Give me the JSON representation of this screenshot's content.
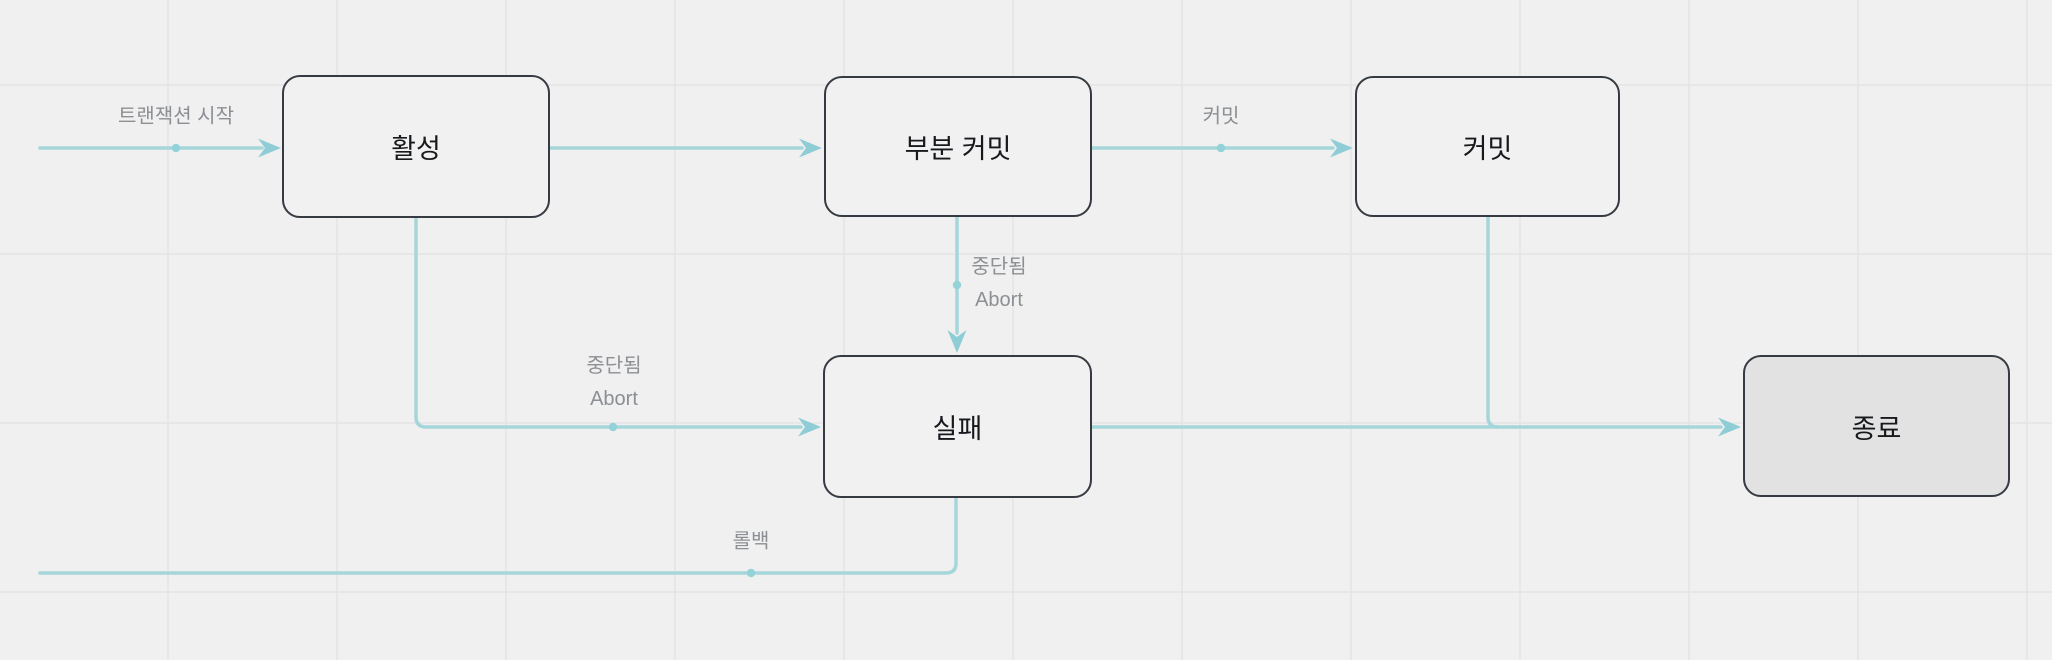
{
  "diagram": {
    "kind": "transaction-state-flowchart",
    "nodes": [
      {
        "id": "active",
        "label": "활성"
      },
      {
        "id": "partial-commit",
        "label": "부분 커밋"
      },
      {
        "id": "commit",
        "label": "커밋"
      },
      {
        "id": "fail",
        "label": "실패"
      },
      {
        "id": "end",
        "label": "종료"
      }
    ],
    "edges": [
      {
        "id": "start-to-active",
        "from": "start",
        "to": "active",
        "label": "트랜잭션 시작"
      },
      {
        "id": "active-to-partial",
        "from": "active",
        "to": "partial-commit",
        "label": ""
      },
      {
        "id": "partial-to-commit",
        "from": "partial-commit",
        "to": "commit",
        "label": "커밋"
      },
      {
        "id": "partial-to-fail",
        "from": "partial-commit",
        "to": "fail",
        "label_line1": "중단됨",
        "label_line2": "Abort"
      },
      {
        "id": "active-to-fail",
        "from": "active",
        "to": "fail",
        "label_line1": "중단됨",
        "label_line2": "Abort"
      },
      {
        "id": "fail-to-end",
        "from": "fail",
        "to": "end",
        "label": ""
      },
      {
        "id": "commit-to-end",
        "from": "commit",
        "to": "end",
        "label": ""
      },
      {
        "id": "fail-rollback",
        "from": "fail",
        "to": "rollback-exit",
        "label": "롤백"
      }
    ],
    "colors": {
      "background": "#f0f0f0",
      "grid": "#e4e4e4",
      "edge": "#a5d6da",
      "arrowhead": "#8ecdd5",
      "dot": "#93d2d8",
      "node_border": "#363b42",
      "node_fill": "#f1f1f1",
      "end_node_fill": "#e2e2e2",
      "node_text": "#17191d",
      "edge_label_text": "#8c8f94"
    }
  }
}
